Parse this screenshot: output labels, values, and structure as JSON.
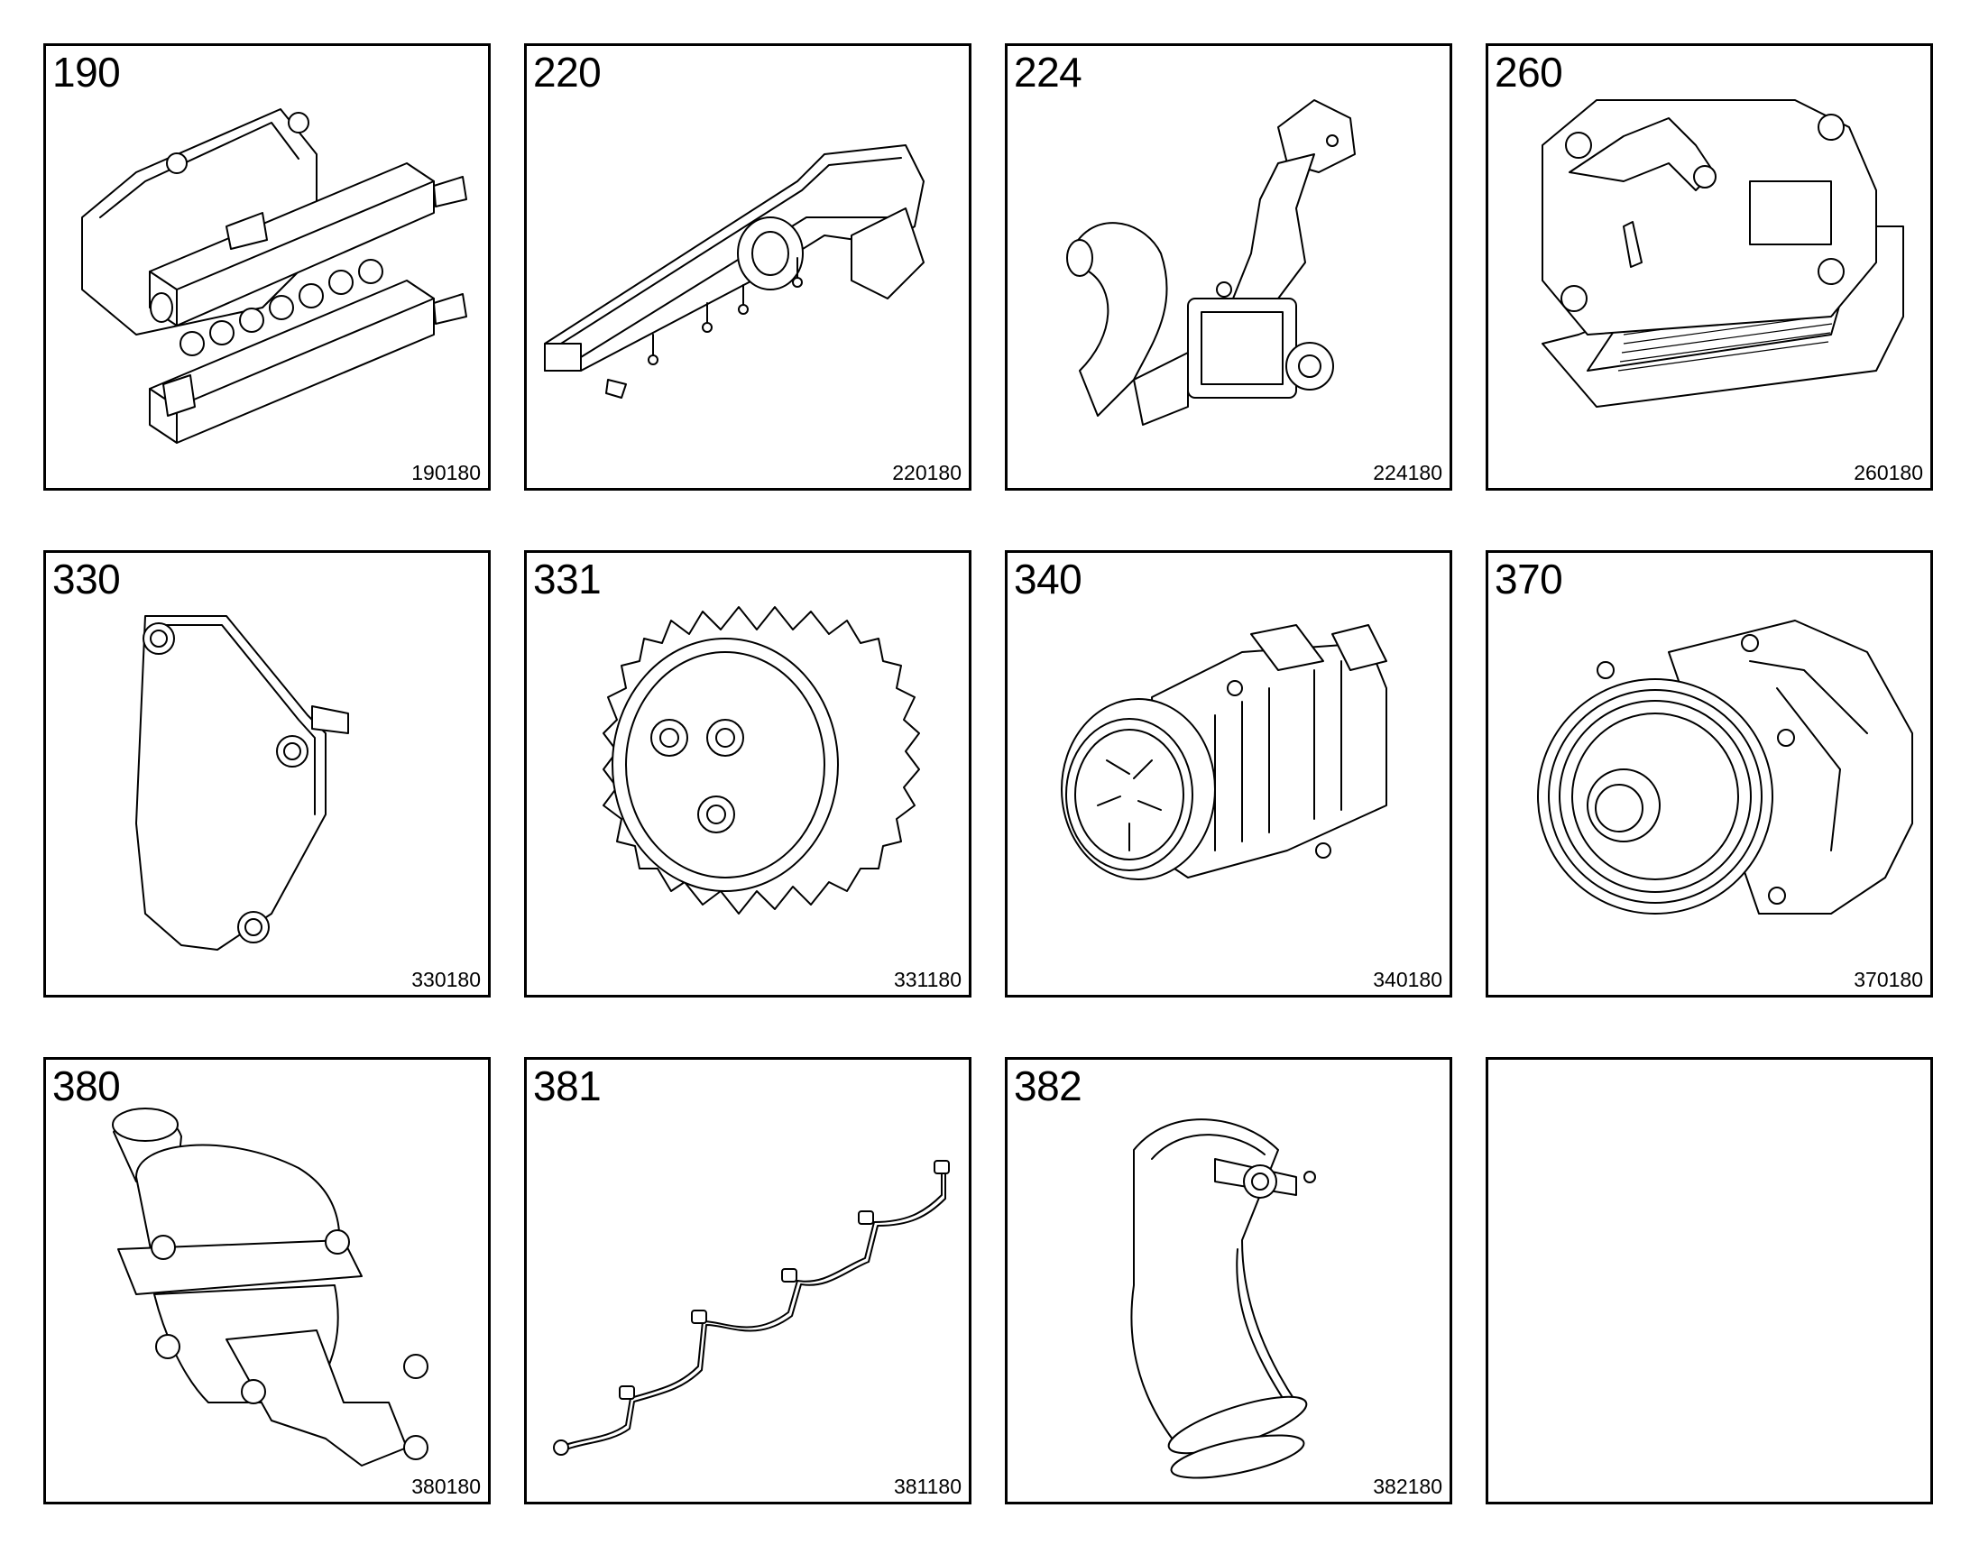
{
  "parts": [
    {
      "number": "190",
      "code": "190180",
      "illustration": "fuel-rail-injector-icon"
    },
    {
      "number": "220",
      "code": "220180",
      "illustration": "intake-manifold-icon"
    },
    {
      "number": "224",
      "code": "224180",
      "illustration": "egr-pipe-valve-icon"
    },
    {
      "number": "260",
      "code": "260180",
      "illustration": "oil-cooler-icon"
    },
    {
      "number": "330",
      "code": "330180",
      "illustration": "cover-plate-icon"
    },
    {
      "number": "331",
      "code": "331180",
      "illustration": "gear-wheel-icon"
    },
    {
      "number": "340",
      "code": "340180",
      "illustration": "ac-compressor-icon"
    },
    {
      "number": "370",
      "code": "370180",
      "illustration": "water-pump-icon"
    },
    {
      "number": "380",
      "code": "380180",
      "illustration": "thermostat-housing-icon"
    },
    {
      "number": "381",
      "code": "381180",
      "illustration": "wiring-harness-icon"
    },
    {
      "number": "382",
      "code": "382180",
      "illustration": "coolant-pipe-icon"
    },
    {
      "number": "",
      "code": "",
      "illustration": ""
    }
  ]
}
